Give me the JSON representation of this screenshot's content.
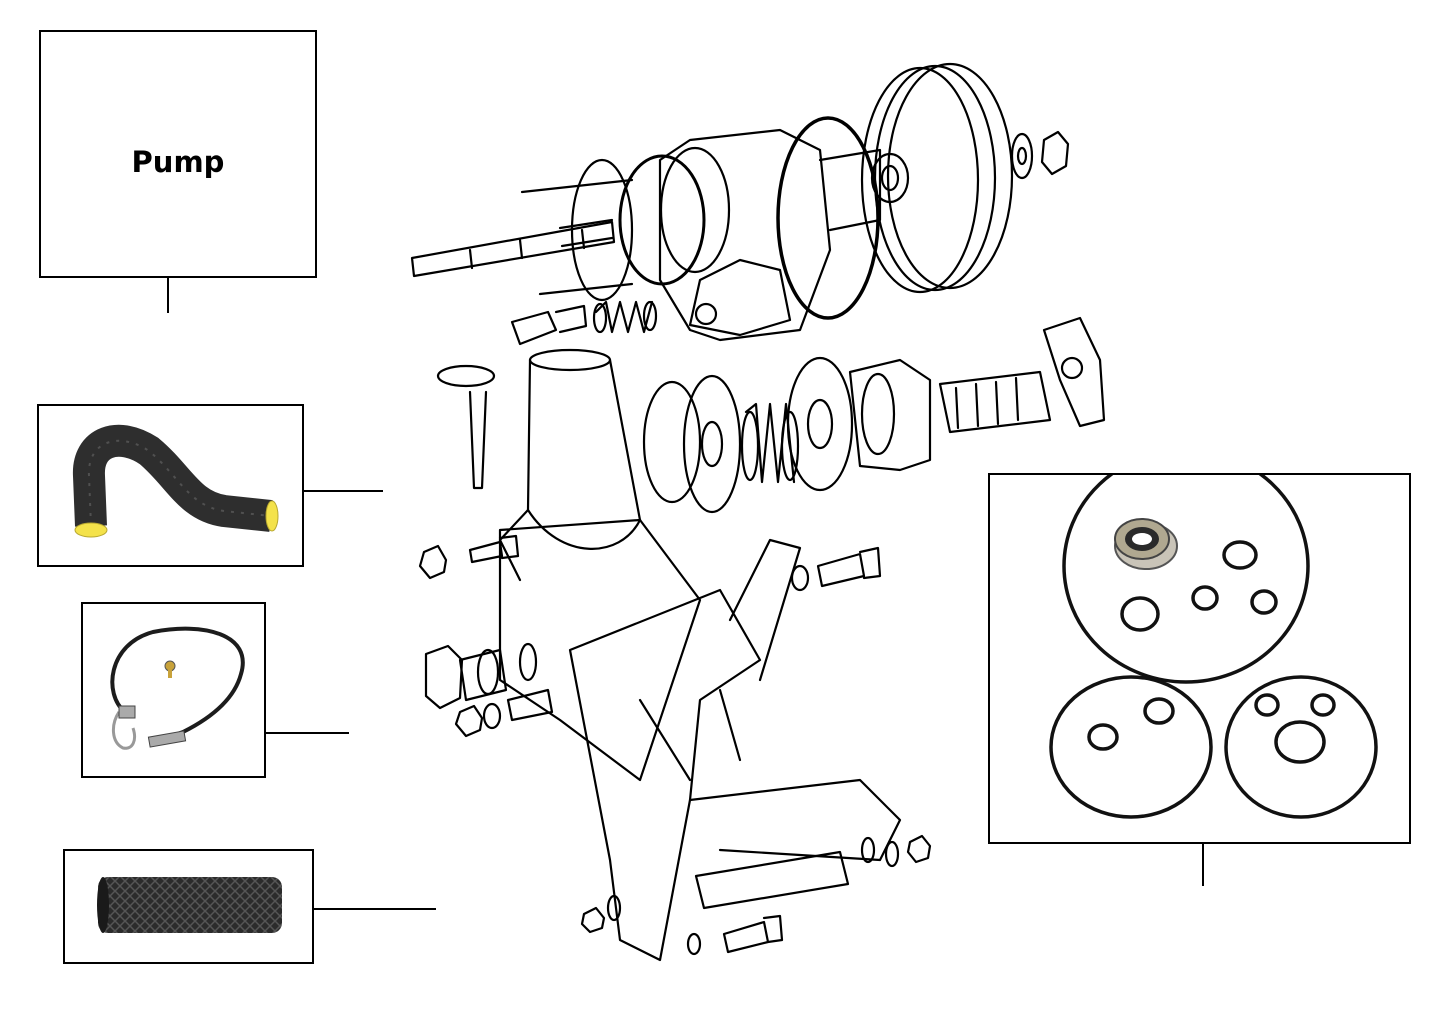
{
  "pump_box": {
    "label": "Pump"
  },
  "thumbnails": [
    {
      "name": "return-hose-thumbnail",
      "icon": "curved-hose-icon"
    },
    {
      "name": "pressure-pipe-thumbnail",
      "icon": "pipe-union-icon"
    },
    {
      "name": "braided-hose-thumbnail",
      "icon": "braided-hose-icon"
    },
    {
      "name": "seal-kit-thumbnail",
      "icon": "seal-kit-icon"
    }
  ],
  "colors": {
    "line": "#000000",
    "hose_rubber": "#2e2e2e",
    "hose_end": "#f4e24a",
    "seal_metal": "#c9c4b8"
  }
}
